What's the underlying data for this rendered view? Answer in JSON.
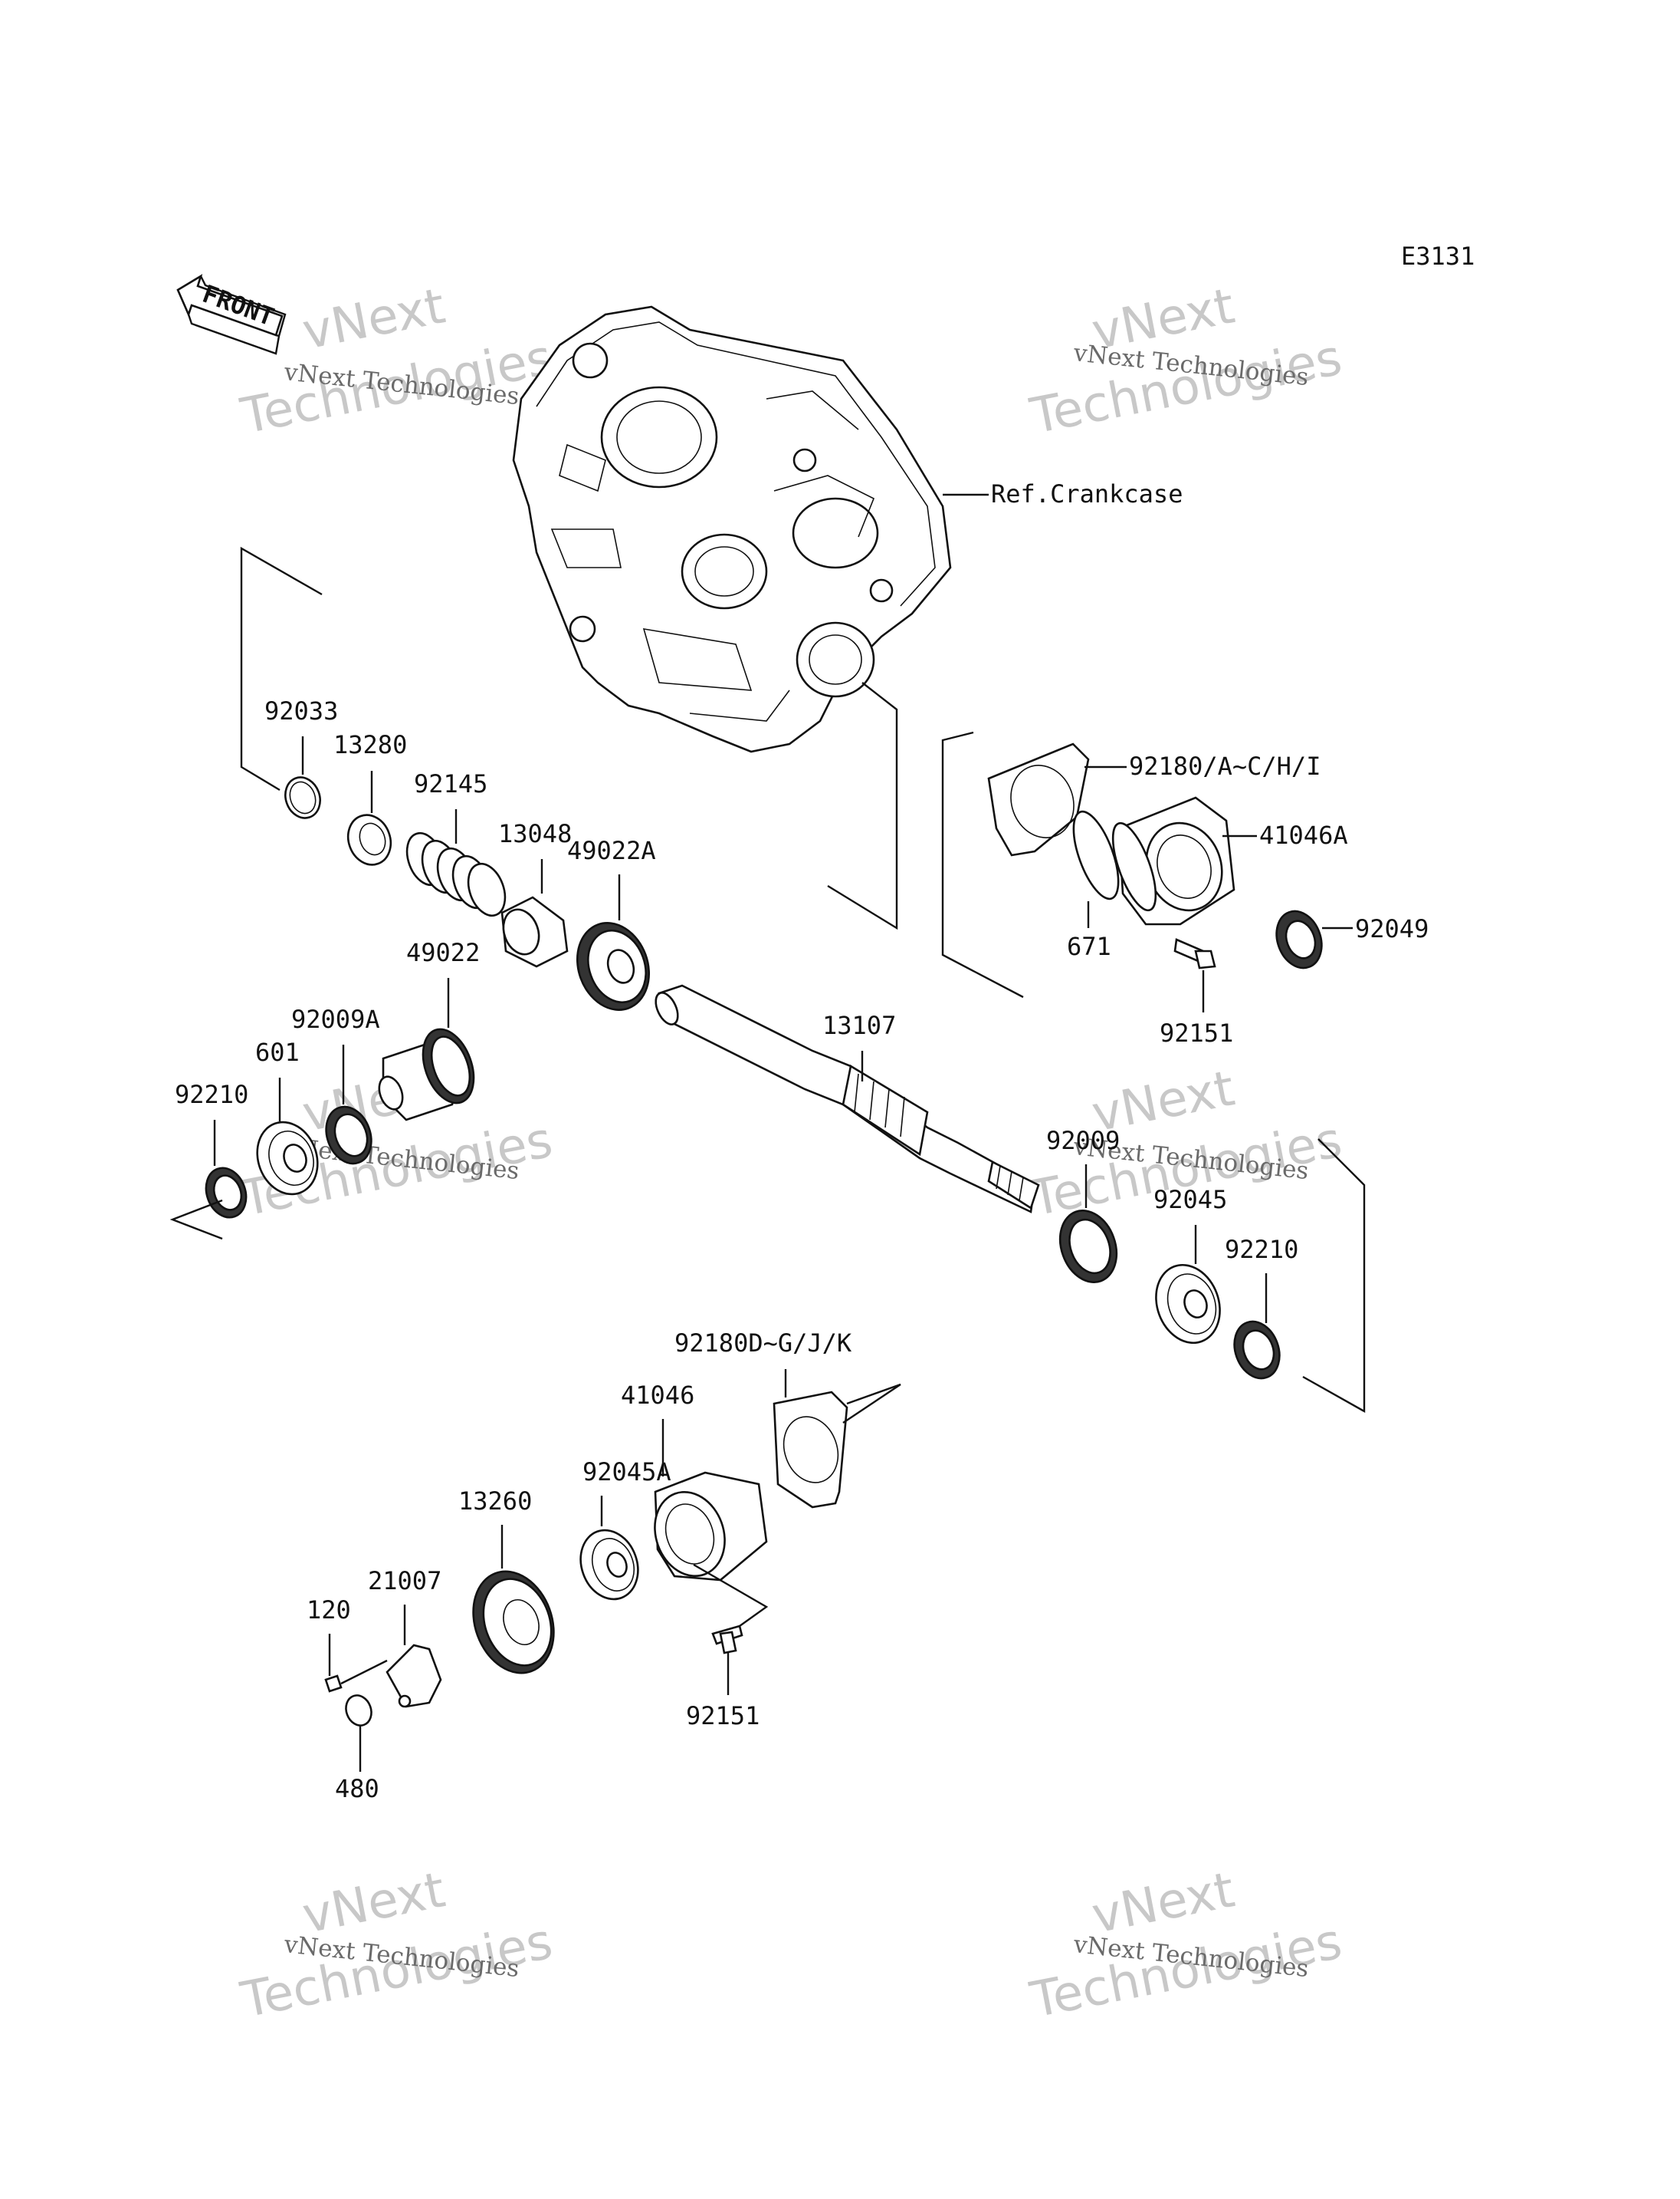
{
  "diagram_code": "E3131",
  "front_label": "FRONT",
  "ref_label": "Ref.Crankcase",
  "watermark": {
    "brand": "vNext",
    "brand_word": "Technologies",
    "line": "vNext Technologies"
  },
  "parts": [
    {
      "id": "p-92033",
      "label": "92033"
    },
    {
      "id": "p-13280",
      "label": "13280"
    },
    {
      "id": "p-92145",
      "label": "92145"
    },
    {
      "id": "p-13048",
      "label": "13048"
    },
    {
      "id": "p-49022A",
      "label": "49022A"
    },
    {
      "id": "p-49022",
      "label": "49022"
    },
    {
      "id": "p-92009A",
      "label": "92009A"
    },
    {
      "id": "p-601",
      "label": "601"
    },
    {
      "id": "p-92210-left",
      "label": "92210"
    },
    {
      "id": "p-13107",
      "label": "13107"
    },
    {
      "id": "p-92180-A",
      "label": "92180/A~C/H/I"
    },
    {
      "id": "p-41046A",
      "label": "41046A"
    },
    {
      "id": "p-671",
      "label": "671"
    },
    {
      "id": "p-92049",
      "label": "92049"
    },
    {
      "id": "p-92151-top",
      "label": "92151"
    },
    {
      "id": "p-92009",
      "label": "92009"
    },
    {
      "id": "p-92045",
      "label": "92045"
    },
    {
      "id": "p-92210-right",
      "label": "92210"
    },
    {
      "id": "p-92180-D",
      "label": "92180D~G/J/K"
    },
    {
      "id": "p-41046",
      "label": "41046"
    },
    {
      "id": "p-92045A",
      "label": "92045A"
    },
    {
      "id": "p-13260",
      "label": "13260"
    },
    {
      "id": "p-21007",
      "label": "21007"
    },
    {
      "id": "p-120",
      "label": "120"
    },
    {
      "id": "p-480",
      "label": "480"
    },
    {
      "id": "p-92151-bottom",
      "label": "92151"
    }
  ]
}
